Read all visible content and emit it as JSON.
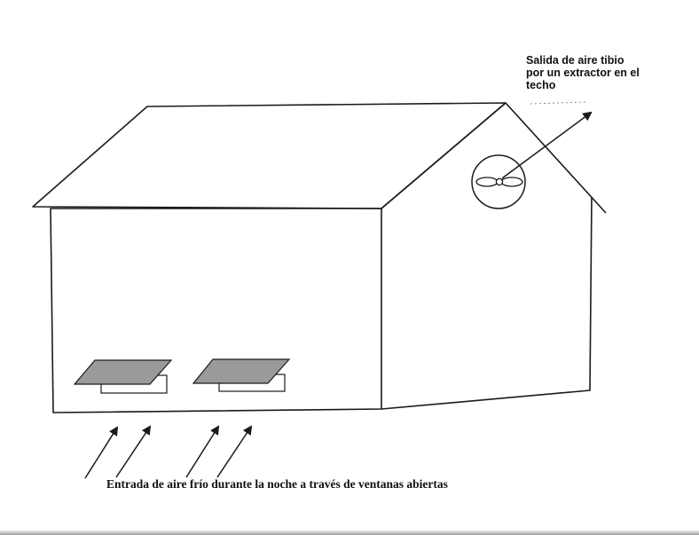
{
  "labels": {
    "warm_air_outlet": [
      "Salida de aire tibio",
      "por un extractor en el",
      "techo"
    ],
    "cold_air_inlet": "Entrada de aire frío durante la noche a través de ventanas abiertas"
  },
  "icons": {
    "fan": "ceiling-extractor-fan-icon",
    "windows": "open-window-icon",
    "arrows": "arrow-icon"
  },
  "colors": {
    "line": "#1a1a1a",
    "window_panel": "#9a9a9a"
  }
}
